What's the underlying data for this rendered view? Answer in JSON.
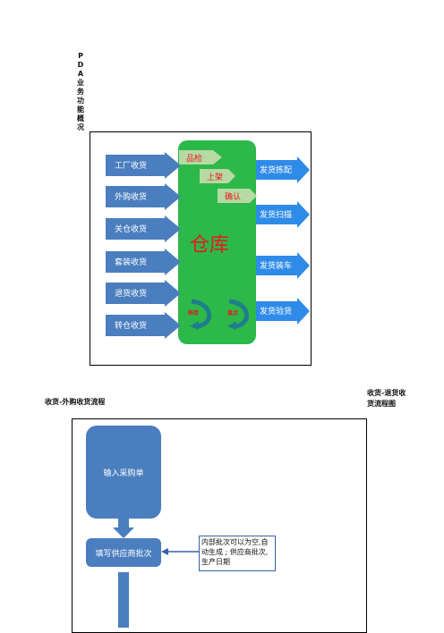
{
  "heading": "PDA业务功能概况",
  "diagram1": {
    "center_label": "仓库",
    "inbound": [
      "工厂收货",
      "外购收货",
      "关仓收货",
      "套装收货",
      "退货收货",
      "转仓收货"
    ],
    "outbound": [
      "发货拣配",
      "发货扫描",
      "发货装车",
      "发货验货"
    ],
    "inner_steps": [
      "品检",
      "上架",
      "确认"
    ],
    "turn_labels": [
      "移库",
      "盘点"
    ],
    "colors": {
      "inbound_arrow": "#4a7ebf",
      "outbound_arrow": "#2f8be8",
      "center": "#2db84a",
      "tag": "#b7d9a3",
      "accent_text": "#e8181e"
    }
  },
  "section_left": "收货-外购收货流程",
  "section_right": "收货-退货收货流程图",
  "diagram2": {
    "step1": "输入采购单",
    "step2": "填写供应商批次",
    "note": "内部批次可以为空,自动生成 ; 供应商批次,生产日期"
  }
}
